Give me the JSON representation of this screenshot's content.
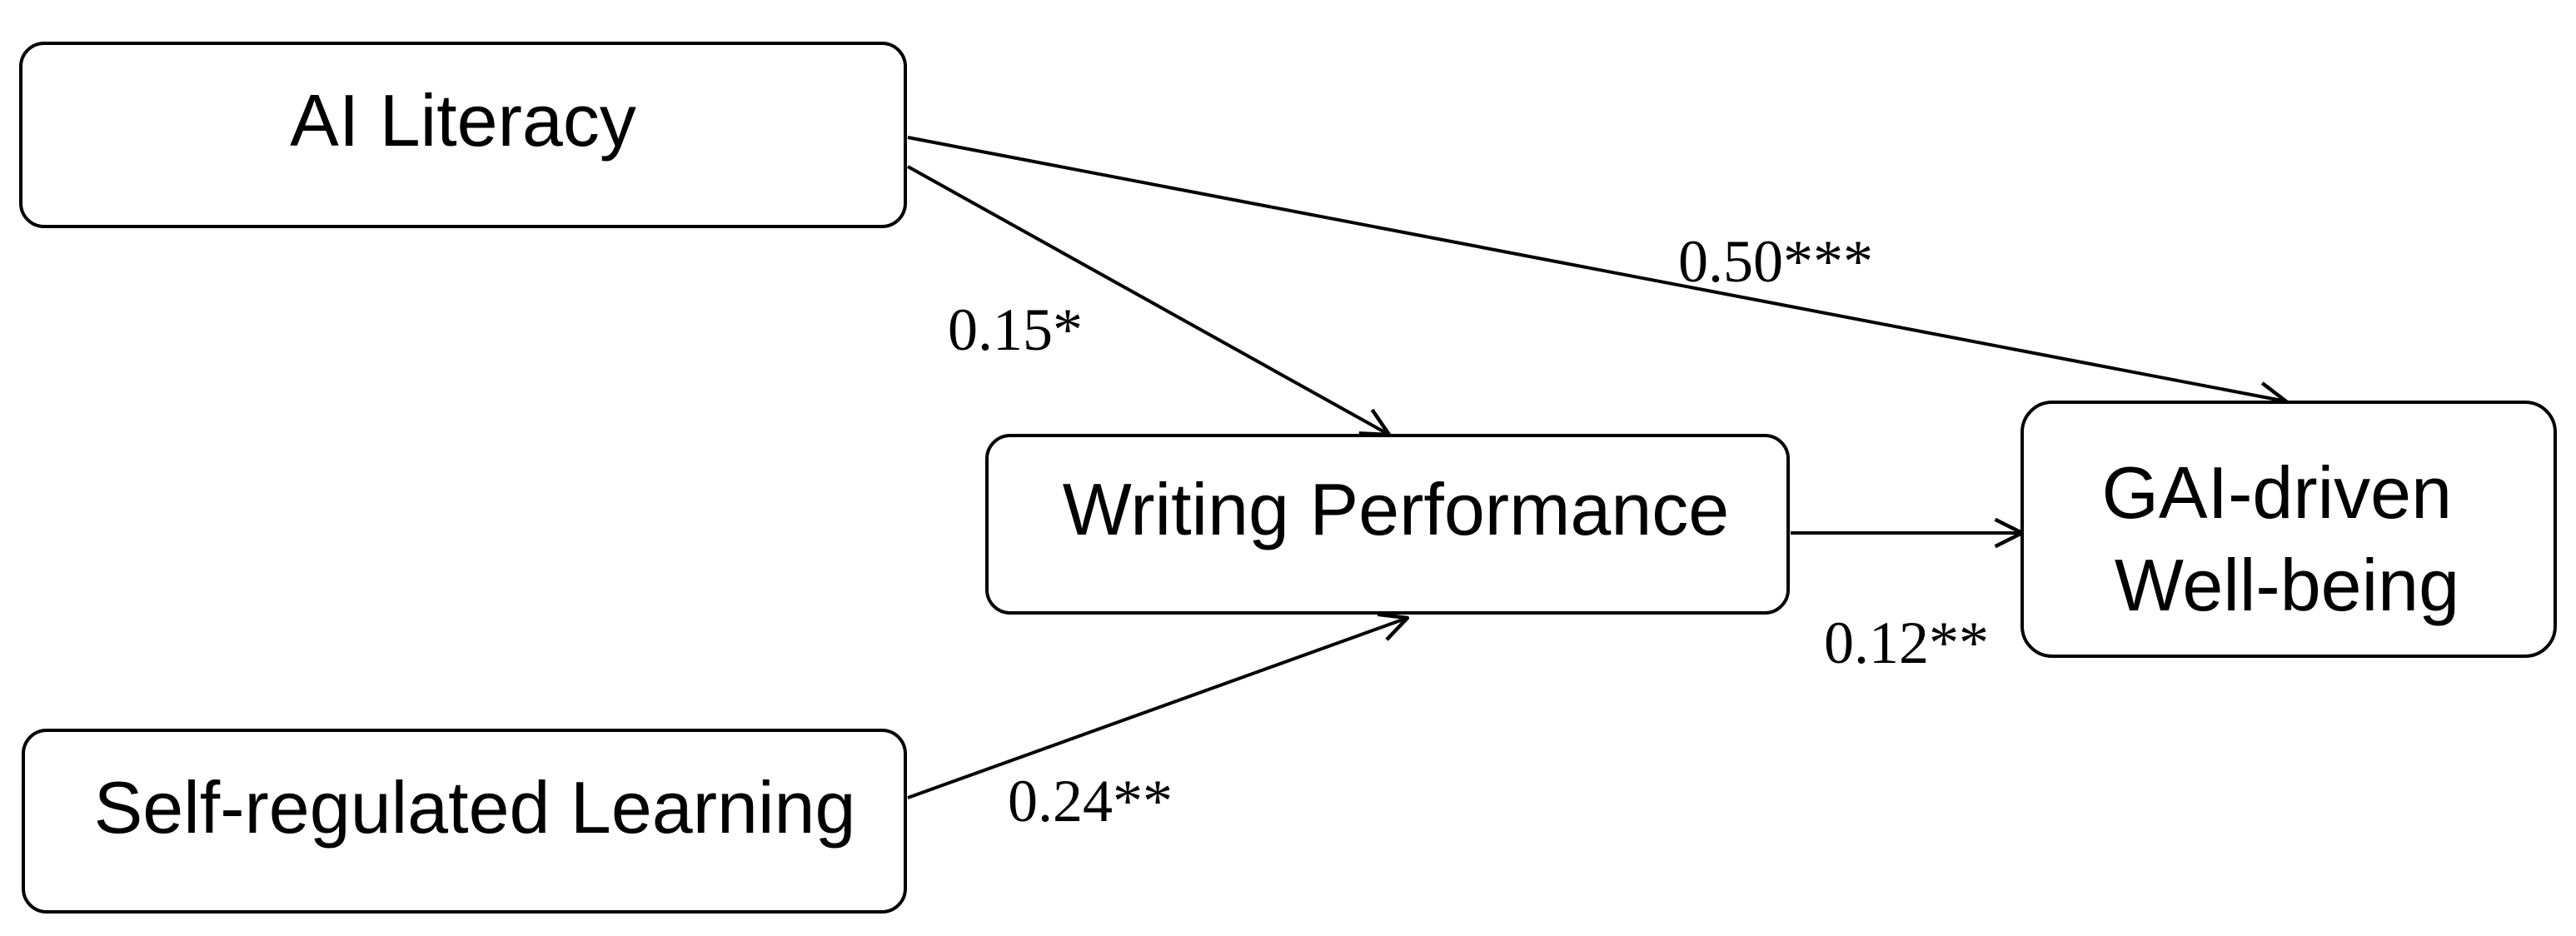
{
  "nodes": {
    "ai_literacy": {
      "label": "AI Literacy"
    },
    "self_regulated_learning": {
      "label": "Self-regulated Learning"
    },
    "writing_performance": {
      "label": "Writing Performance"
    },
    "gai_wellbeing": {
      "lines": [
        "GAI-driven",
        "Well-being"
      ]
    }
  },
  "edges": {
    "ai_to_gai": {
      "coefficient": "0.50***"
    },
    "ai_to_writing": {
      "coefficient": "0.15*"
    },
    "srl_to_writing": {
      "coefficient": "0.24**"
    },
    "writing_to_gai": {
      "coefficient": "0.12**"
    }
  },
  "colors": {
    "stroke": "#000000",
    "background": "#ffffff"
  }
}
